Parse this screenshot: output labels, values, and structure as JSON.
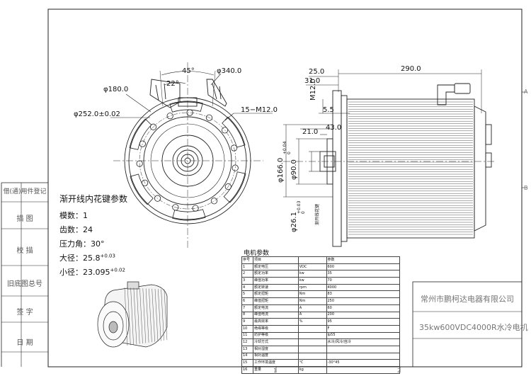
{
  "dimensions": {
    "angle_45": "45°",
    "angle_22": "22°",
    "dia_340": "φ340.0",
    "dia_180": "φ180.0",
    "dia_252": "φ252.0±0.02",
    "thread": "15−M12.0",
    "len_25": "25.0",
    "len_31": "31.0",
    "len_290": "290.0",
    "m12": "M12.0",
    "len_5_5": "5.5",
    "len_43": "43.0",
    "len_21": "21.0",
    "dia_166": "φ166.0",
    "dia_166_tol_up": "+0.04",
    "dia_166_tol_low": "0",
    "dia_90": "φ90.0",
    "dia_26": "φ26.1",
    "dia_26_tol_up": "+0.03",
    "dia_26_tol_low": "0",
    "spline_note": "渐开线花键"
  },
  "spline_params": {
    "title": "渐开线内花键参数",
    "module": "模数：1",
    "teeth": "齿数：24",
    "pressure_angle": "压力角：30°",
    "major_dia": "大径：25.8",
    "major_dia_tol": "+0.03",
    "minor_dia": "小径：23.095",
    "minor_dia_tol": "+0.02"
  },
  "motor_params": {
    "title": "电机参数",
    "header": [
      "序号",
      "项目",
      "",
      "参数"
    ],
    "rows": [
      [
        "1",
        "额定电压",
        "VDC",
        "600"
      ],
      [
        "2",
        "额定功率",
        "kw",
        "35"
      ],
      [
        "3",
        "峰值功率",
        "kw",
        "70"
      ],
      [
        "4",
        "额定转速",
        "rpm",
        "4000"
      ],
      [
        "5",
        "额定扭矩",
        "Nm",
        "83"
      ],
      [
        "6",
        "峰值扭矩",
        "Nm",
        "250"
      ],
      [
        "7",
        "额定电流",
        "A",
        "60"
      ],
      [
        "8",
        "峰值电流",
        "A",
        "200"
      ],
      [
        "9",
        "最高效率",
        "%",
        "95"
      ],
      [
        "10",
        "绝缘等级",
        "",
        "F"
      ],
      [
        "11",
        "防护等级",
        "",
        "Ip55"
      ],
      [
        "12",
        "冷却方式",
        "",
        "水冷/风冷/自冷"
      ],
      [
        "13",
        "相对湿度",
        "",
        ""
      ],
      [
        "14",
        "相对温度",
        "",
        ""
      ],
      [
        "15",
        "工作环境温度",
        "℃",
        "-30°45"
      ],
      [
        "16",
        "重量",
        "kg",
        ""
      ]
    ]
  },
  "side_labels": [
    "借(通)用件登记",
    "描 图",
    "校 描",
    "旧底图总号",
    "签 字",
    "日 期"
  ],
  "title_block": {
    "company": "常州市鹏柯达电器有限公司",
    "product": "35kw600VDC4000R水冷电机"
  },
  "margin_marks": [
    "A",
    "B",
    "1",
    "2"
  ]
}
